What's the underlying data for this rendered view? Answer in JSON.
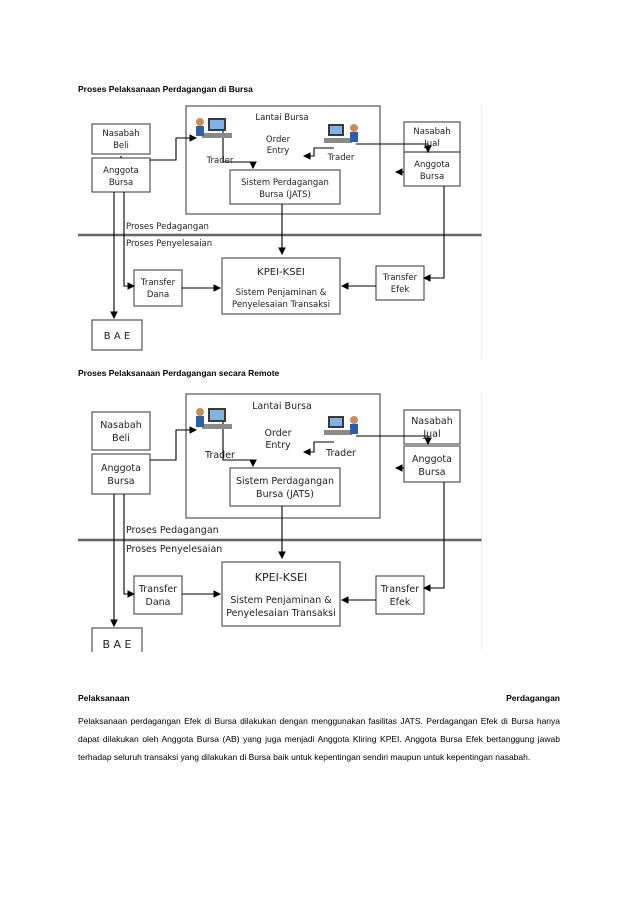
{
  "headings": {
    "bursa": "Proses Pelaksanaan Perdagangan di Bursa",
    "remote": "Proses Pelaksanaan Perdagangan secara Remote"
  },
  "diagram": {
    "lantai_bursa": "Lantai Bursa",
    "order_entry": [
      "Order",
      "Entry"
    ],
    "trader": "Trader",
    "nasabah_beli": [
      "Nasabah",
      "Beli"
    ],
    "anggota_bursa": [
      "Anggota",
      "Bursa"
    ],
    "nasabah_jual": [
      "Nasabah",
      "Jual"
    ],
    "jats": [
      "Sistem Perdagangan",
      "Bursa (JATS)"
    ],
    "proses_pedagangan": "Proses Pedagangan",
    "proses_penyelesaian": "Proses Penyelesaian",
    "transfer_dana": [
      "Transfer",
      "Dana"
    ],
    "transfer_efek": [
      "Transfer",
      "Efek"
    ],
    "kpei": "KPEI-KSEI",
    "kpei_sub": [
      "Sistem Penjaminan &",
      "Penyelesaian Transaksi"
    ],
    "bae": "B A E"
  },
  "section": {
    "left": "Pelaksanaan",
    "right": "Perdagangan"
  },
  "paragraph": "Pelaksanaan perdagangan Efek di Bursa dilakukan dengan menggunakan fasilitas JATS. Perdagangan Efek di Bursa hanya dapat dilakukan oleh Anggota Bursa (AB) yang juga menjadi Anggota Kliring KPEI. Anggota Bursa Efek bertanggung jawab terhadap seluruh transaksi yang dilakukan di Bursa baik untuk kepentingan sendiri maupun untuk kepentingan nasabah."
}
